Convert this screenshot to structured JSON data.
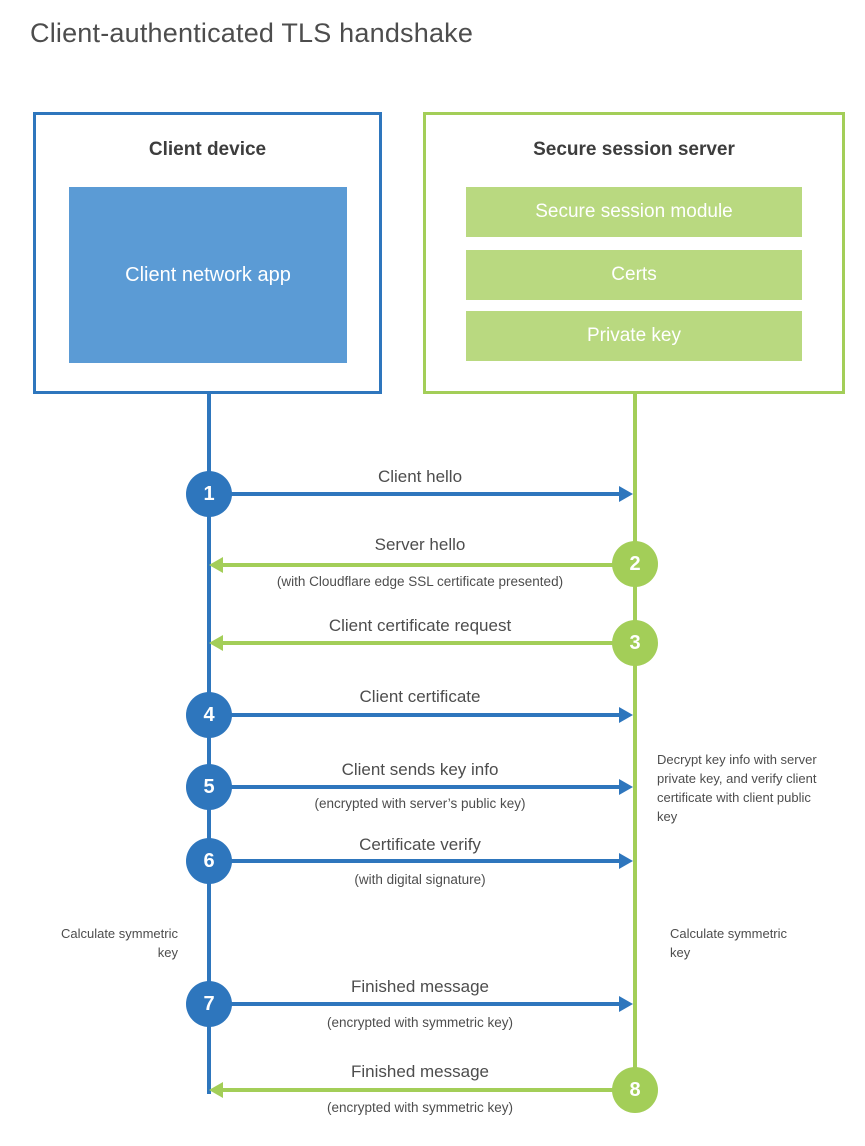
{
  "title": "Client-authenticated TLS handshake",
  "colors": {
    "blue": "#2e76bd",
    "blue_light": "#5b9bd5",
    "green": "#a3ce58",
    "green_light": "#b9d980",
    "label_text": "#4d4d4d"
  },
  "client_box": {
    "title": "Client device",
    "module": "Client network app"
  },
  "server_box": {
    "title": "Secure session server",
    "modules": [
      "Secure session module",
      "Certs",
      "Private key"
    ]
  },
  "steps": [
    {
      "num": "1",
      "label": "Client hello",
      "sub": "",
      "direction": "right",
      "color": "blue"
    },
    {
      "num": "2",
      "label": "Server hello",
      "sub": "(with Cloudflare edge SSL certificate presented)",
      "direction": "left",
      "color": "green"
    },
    {
      "num": "3",
      "label": "Client certificate request",
      "sub": "",
      "direction": "left",
      "color": "green"
    },
    {
      "num": "4",
      "label": "Client certificate",
      "sub": "",
      "direction": "right",
      "color": "blue"
    },
    {
      "num": "5",
      "label": "Client sends key info",
      "sub": "(encrypted with server’s public key)",
      "direction": "right",
      "color": "blue"
    },
    {
      "num": "6",
      "label": "Certificate verify",
      "sub": "(with digital signature)",
      "direction": "right",
      "color": "blue"
    },
    {
      "num": "7",
      "label": "Finished message",
      "sub": "(encrypted with symmetric key)",
      "direction": "right",
      "color": "blue"
    },
    {
      "num": "8",
      "label": "Finished message",
      "sub": "(encrypted with symmetric key)",
      "direction": "left",
      "color": "green"
    }
  ],
  "notes": {
    "decrypt": "Decrypt key info with server private key, and verify client certificate with client public key",
    "calc_left": "Calculate symmetric key",
    "calc_right": "Calculate symmetric key"
  }
}
